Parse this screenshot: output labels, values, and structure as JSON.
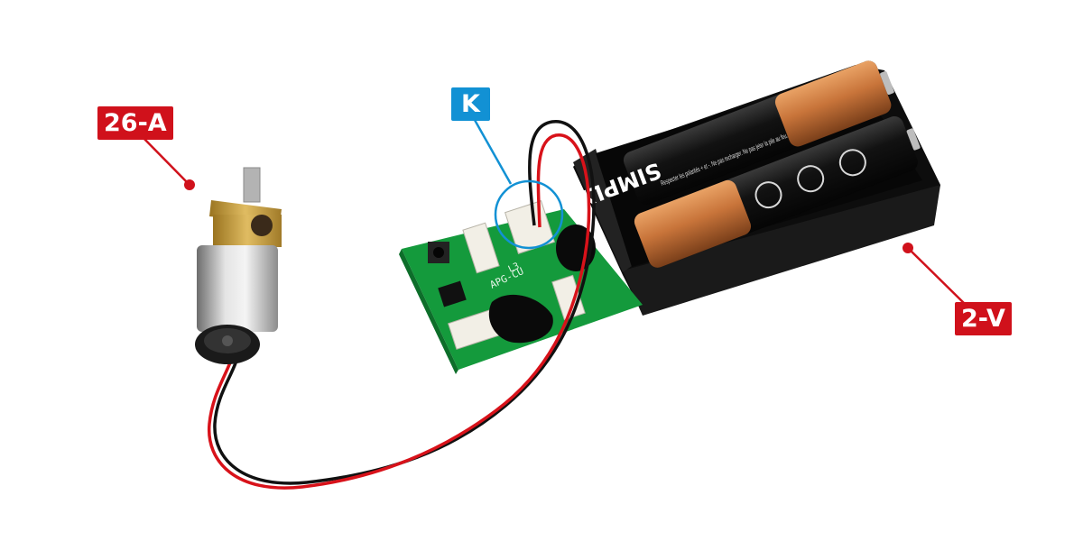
{
  "callouts": {
    "motor": {
      "text": "26-A",
      "color": "#d0111b"
    },
    "connector": {
      "text": "K",
      "color": "#1291d4"
    },
    "battery_box": {
      "text": "2-V",
      "color": "#d0111b"
    }
  },
  "battery": {
    "brand": "SIMPLY",
    "warning_text": "Respecter les polarités + et -. Ne pas recharger. Ne pas jeter la pile au feu."
  },
  "board": {
    "silkscreen": "APG-CU",
    "silkscreen_2": "L3"
  },
  "colors": {
    "pcb": "#149a3c",
    "battery_case": "#151515",
    "battery_copper": "#c8743a",
    "wire_red": "#d8121a",
    "wire_black": "#111111",
    "brass": "#c8a040"
  }
}
